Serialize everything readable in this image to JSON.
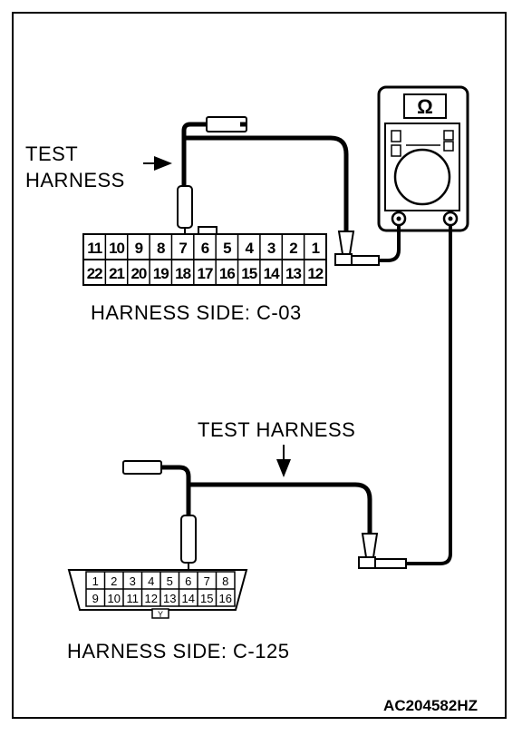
{
  "figure_code": "AC204582HZ",
  "top_connector": {
    "label": "HARNESS SIDE: C-03",
    "row_top": [
      "11",
      "10",
      "9",
      "8",
      "7",
      "6",
      "5",
      "4",
      "3",
      "2",
      "1"
    ],
    "row_bottom": [
      "22",
      "21",
      "20",
      "19",
      "18",
      "17",
      "16",
      "15",
      "14",
      "13",
      "12"
    ]
  },
  "bottom_connector": {
    "label": "HARNESS SIDE: C-125",
    "row_top": [
      "1",
      "2",
      "3",
      "4",
      "5",
      "6",
      "7",
      "8"
    ],
    "row_bottom": [
      "9",
      "10",
      "11",
      "12",
      "13",
      "14",
      "15",
      "16"
    ],
    "key_mark": "Y"
  },
  "labels": {
    "test_harness_top_line1": "TEST",
    "test_harness_top_line2": "HARNESS",
    "test_harness_bottom": "TEST HARNESS"
  },
  "meter": {
    "symbol": "Ω"
  }
}
